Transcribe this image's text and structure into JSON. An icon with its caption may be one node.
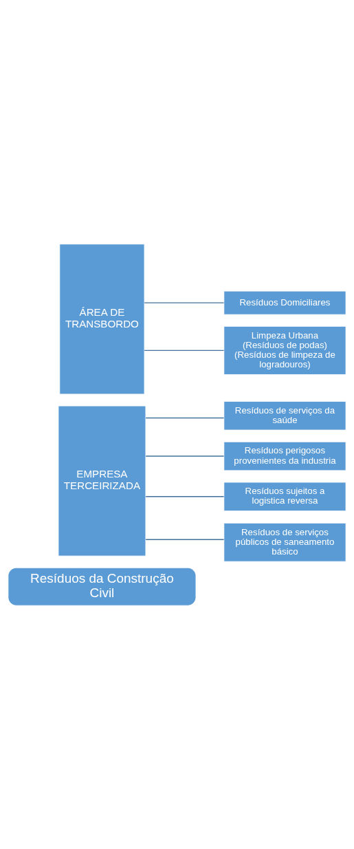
{
  "diagram": {
    "nodes": [
      {
        "text": [
          "ÁREA DE TRANSBORDO"
        ]
      },
      {
        "text": [
          "Resíduos Domiciliares"
        ]
      },
      {
        "text": [
          "Limpeza Urbana",
          "(Resíduos de podas)",
          "(Resíduos de limpeza de logradouros)"
        ]
      },
      {
        "text": [
          "EMPRESA TERCEIRIZADA"
        ]
      },
      {
        "text": [
          "Resíduos de serviços da saúde"
        ]
      },
      {
        "text": [
          "Resíduos perigosos provenientes da industria"
        ]
      },
      {
        "text": [
          "Resíduos sujeitos a logistica reversa"
        ]
      },
      {
        "text": [
          "Resíduos de serviços públicos de saneamento básico"
        ]
      },
      {
        "text": [
          "Resíduos da Construção Civil"
        ]
      }
    ],
    "edges": [
      {
        "from": 0,
        "to": 1,
        "arrow": "none"
      },
      {
        "from": 0,
        "to": 2,
        "arrow": "none"
      },
      {
        "from": 3,
        "to": 4,
        "arrow": "none"
      },
      {
        "from": 3,
        "to": 5,
        "arrow": "none"
      },
      {
        "from": 3,
        "to": 6,
        "arrow": "none"
      },
      {
        "from": 3,
        "to": 7,
        "arrow": "none"
      }
    ]
  }
}
